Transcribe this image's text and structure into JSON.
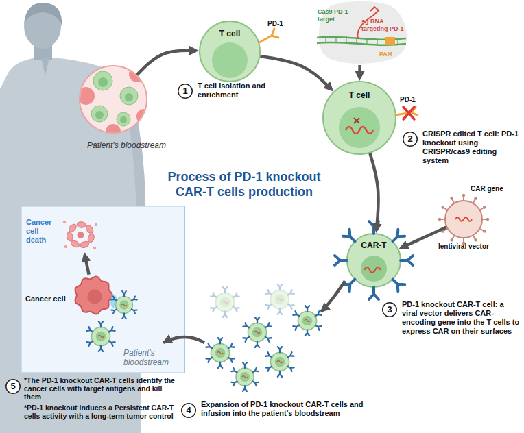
{
  "diagram": {
    "title": "Process of PD-1 knockout CAR-T cells production",
    "nodes": [
      {
        "text": [
          "Patient's bloodstream"
        ]
      },
      {
        "text": [
          "T cell"
        ]
      },
      {
        "text": [
          "1",
          "T cell isolation and enrichment"
        ]
      },
      {
        "text": [
          "Cas9 PD-1 target",
          "sg RNA targeting PD-1",
          "PAM"
        ]
      },
      {
        "text": [
          "T cell"
        ]
      },
      {
        "text": [
          "2",
          "CRISPR edited T cell: PD-1 knockout using CRISPR/cas9 editing system"
        ]
      },
      {
        "text": [
          "CAR gene",
          "lentiviral vector"
        ]
      },
      {
        "text": [
          "CAR-T"
        ]
      },
      {
        "text": [
          "3",
          "PD-1 knockout CAR-T cell: a viral vector delivers CAR-encoding gene into the T cells to express CAR on their surfaces"
        ]
      },
      {
        "text": [
          "Patient's bloodstream"
        ]
      },
      {
        "text": [
          "Cancer cell death"
        ],
        "in": 9
      },
      {
        "text": [
          "Cancer cell"
        ],
        "in": 9
      },
      {
        "text": [
          "4",
          "Expansion of PD-1 knockout CAR-T cells and infusion into the patient's bloodstream"
        ]
      },
      {
        "text": [
          "5",
          "*The PD-1 knockout CAR-T cells identify the cancer cells with target antigens and kill them",
          "*PD-1 knockout induces a Persistent CAR-T cells activity with a long-term tumor control"
        ]
      }
    ],
    "edges": [
      {
        "from": 0,
        "to": 1,
        "arrow": "to"
      },
      {
        "from": 1,
        "to": 4,
        "arrow": "to"
      },
      {
        "from": 3,
        "to": 4,
        "arrow": "to"
      },
      {
        "from": 6,
        "to": 7,
        "arrow": "to"
      },
      {
        "from": 4,
        "to": 7,
        "arrow": "to"
      },
      {
        "from": 11,
        "to": 10,
        "arrow": "to"
      }
    ],
    "labels": [
      "PD-1",
      "PD-1"
    ]
  }
}
